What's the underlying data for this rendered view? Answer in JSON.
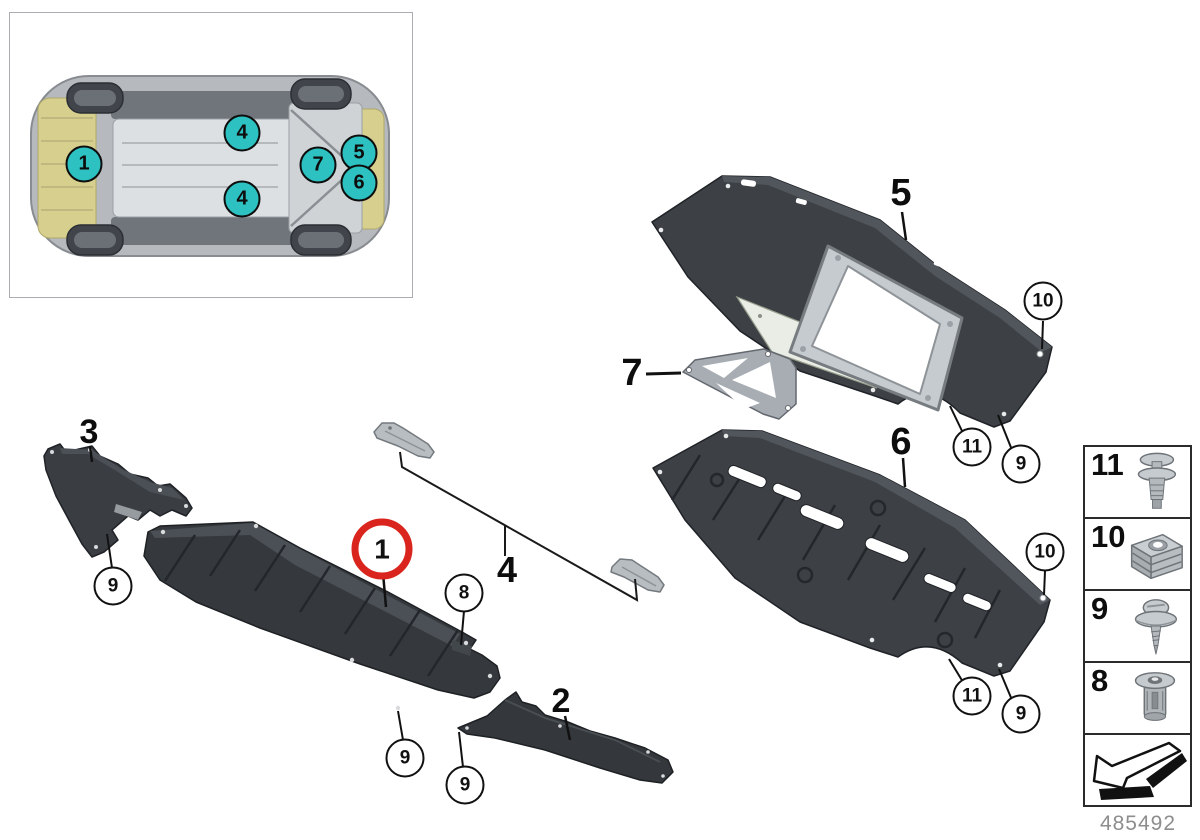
{
  "figure": {
    "diagram_number": "485492",
    "title_semantic": "underbody-shield-exploded-diagram"
  },
  "colors": {
    "hotspot_teal": "#2ec1c1",
    "highlight_ring_red": "#d9251d",
    "panel_dark": "#3d4145",
    "metal_light": "#c6cbd0"
  },
  "car_inset": {
    "callouts": [
      {
        "label": "1"
      },
      {
        "label": "4"
      },
      {
        "label": "4"
      },
      {
        "label": "7"
      },
      {
        "label": "5"
      },
      {
        "label": "6"
      }
    ]
  },
  "diagram": {
    "highlighted_part": {
      "label": "1"
    },
    "part_labels": [
      {
        "label": "3"
      },
      {
        "label": "4"
      },
      {
        "label": "2"
      },
      {
        "label": "7"
      },
      {
        "label": "5"
      },
      {
        "label": "6"
      }
    ],
    "callouts": [
      {
        "label": "9"
      },
      {
        "label": "8"
      },
      {
        "label": "9"
      },
      {
        "label": "9"
      },
      {
        "label": "10"
      },
      {
        "label": "11"
      },
      {
        "label": "9"
      },
      {
        "label": "10"
      },
      {
        "label": "11"
      },
      {
        "label": "9"
      }
    ]
  },
  "legend": {
    "items": [
      {
        "label": "11",
        "icon": "expansion-rivet-icon"
      },
      {
        "label": "10",
        "icon": "cage-nut-icon"
      },
      {
        "label": "9",
        "icon": "washer-screw-icon"
      },
      {
        "label": "8",
        "icon": "expanding-nut-icon"
      }
    ],
    "direction_arrow": "direction-arrow-icon"
  }
}
